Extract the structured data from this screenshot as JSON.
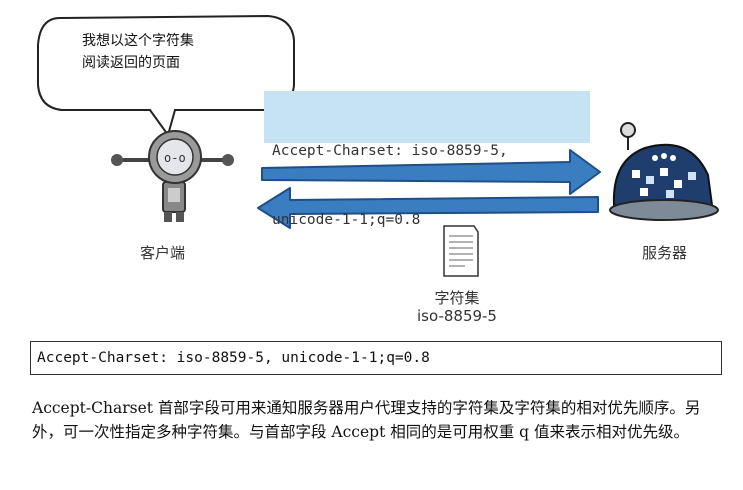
{
  "bubble": {
    "line1": "我想以这个字符集",
    "line2": "阅读返回的页面"
  },
  "header": {
    "line1": "Accept-Charset: iso-8859-5,",
    "line2": "unicode-1-1;q=0.8"
  },
  "client": {
    "label": "客户端"
  },
  "server": {
    "label": "服务器"
  },
  "charset": {
    "title": "字符集",
    "value": "iso-8859-5"
  },
  "code": {
    "text": "Accept-Charset: iso-8859-5, unicode-1-1;q=0.8"
  },
  "caption": {
    "text": "Accept-Charset 首部字段可用来通知服务器用户代理支持的字符集及字符集的相对优先顺序。另外，可一次性指定多种字符集。与首部字段 Accept 相同的是可用权重 q 值来表示相对优先级。"
  },
  "colors": {
    "arrow": "#3a7ec1",
    "header_bg": "#c6e3f3",
    "server_body": "#1f3e6e"
  }
}
